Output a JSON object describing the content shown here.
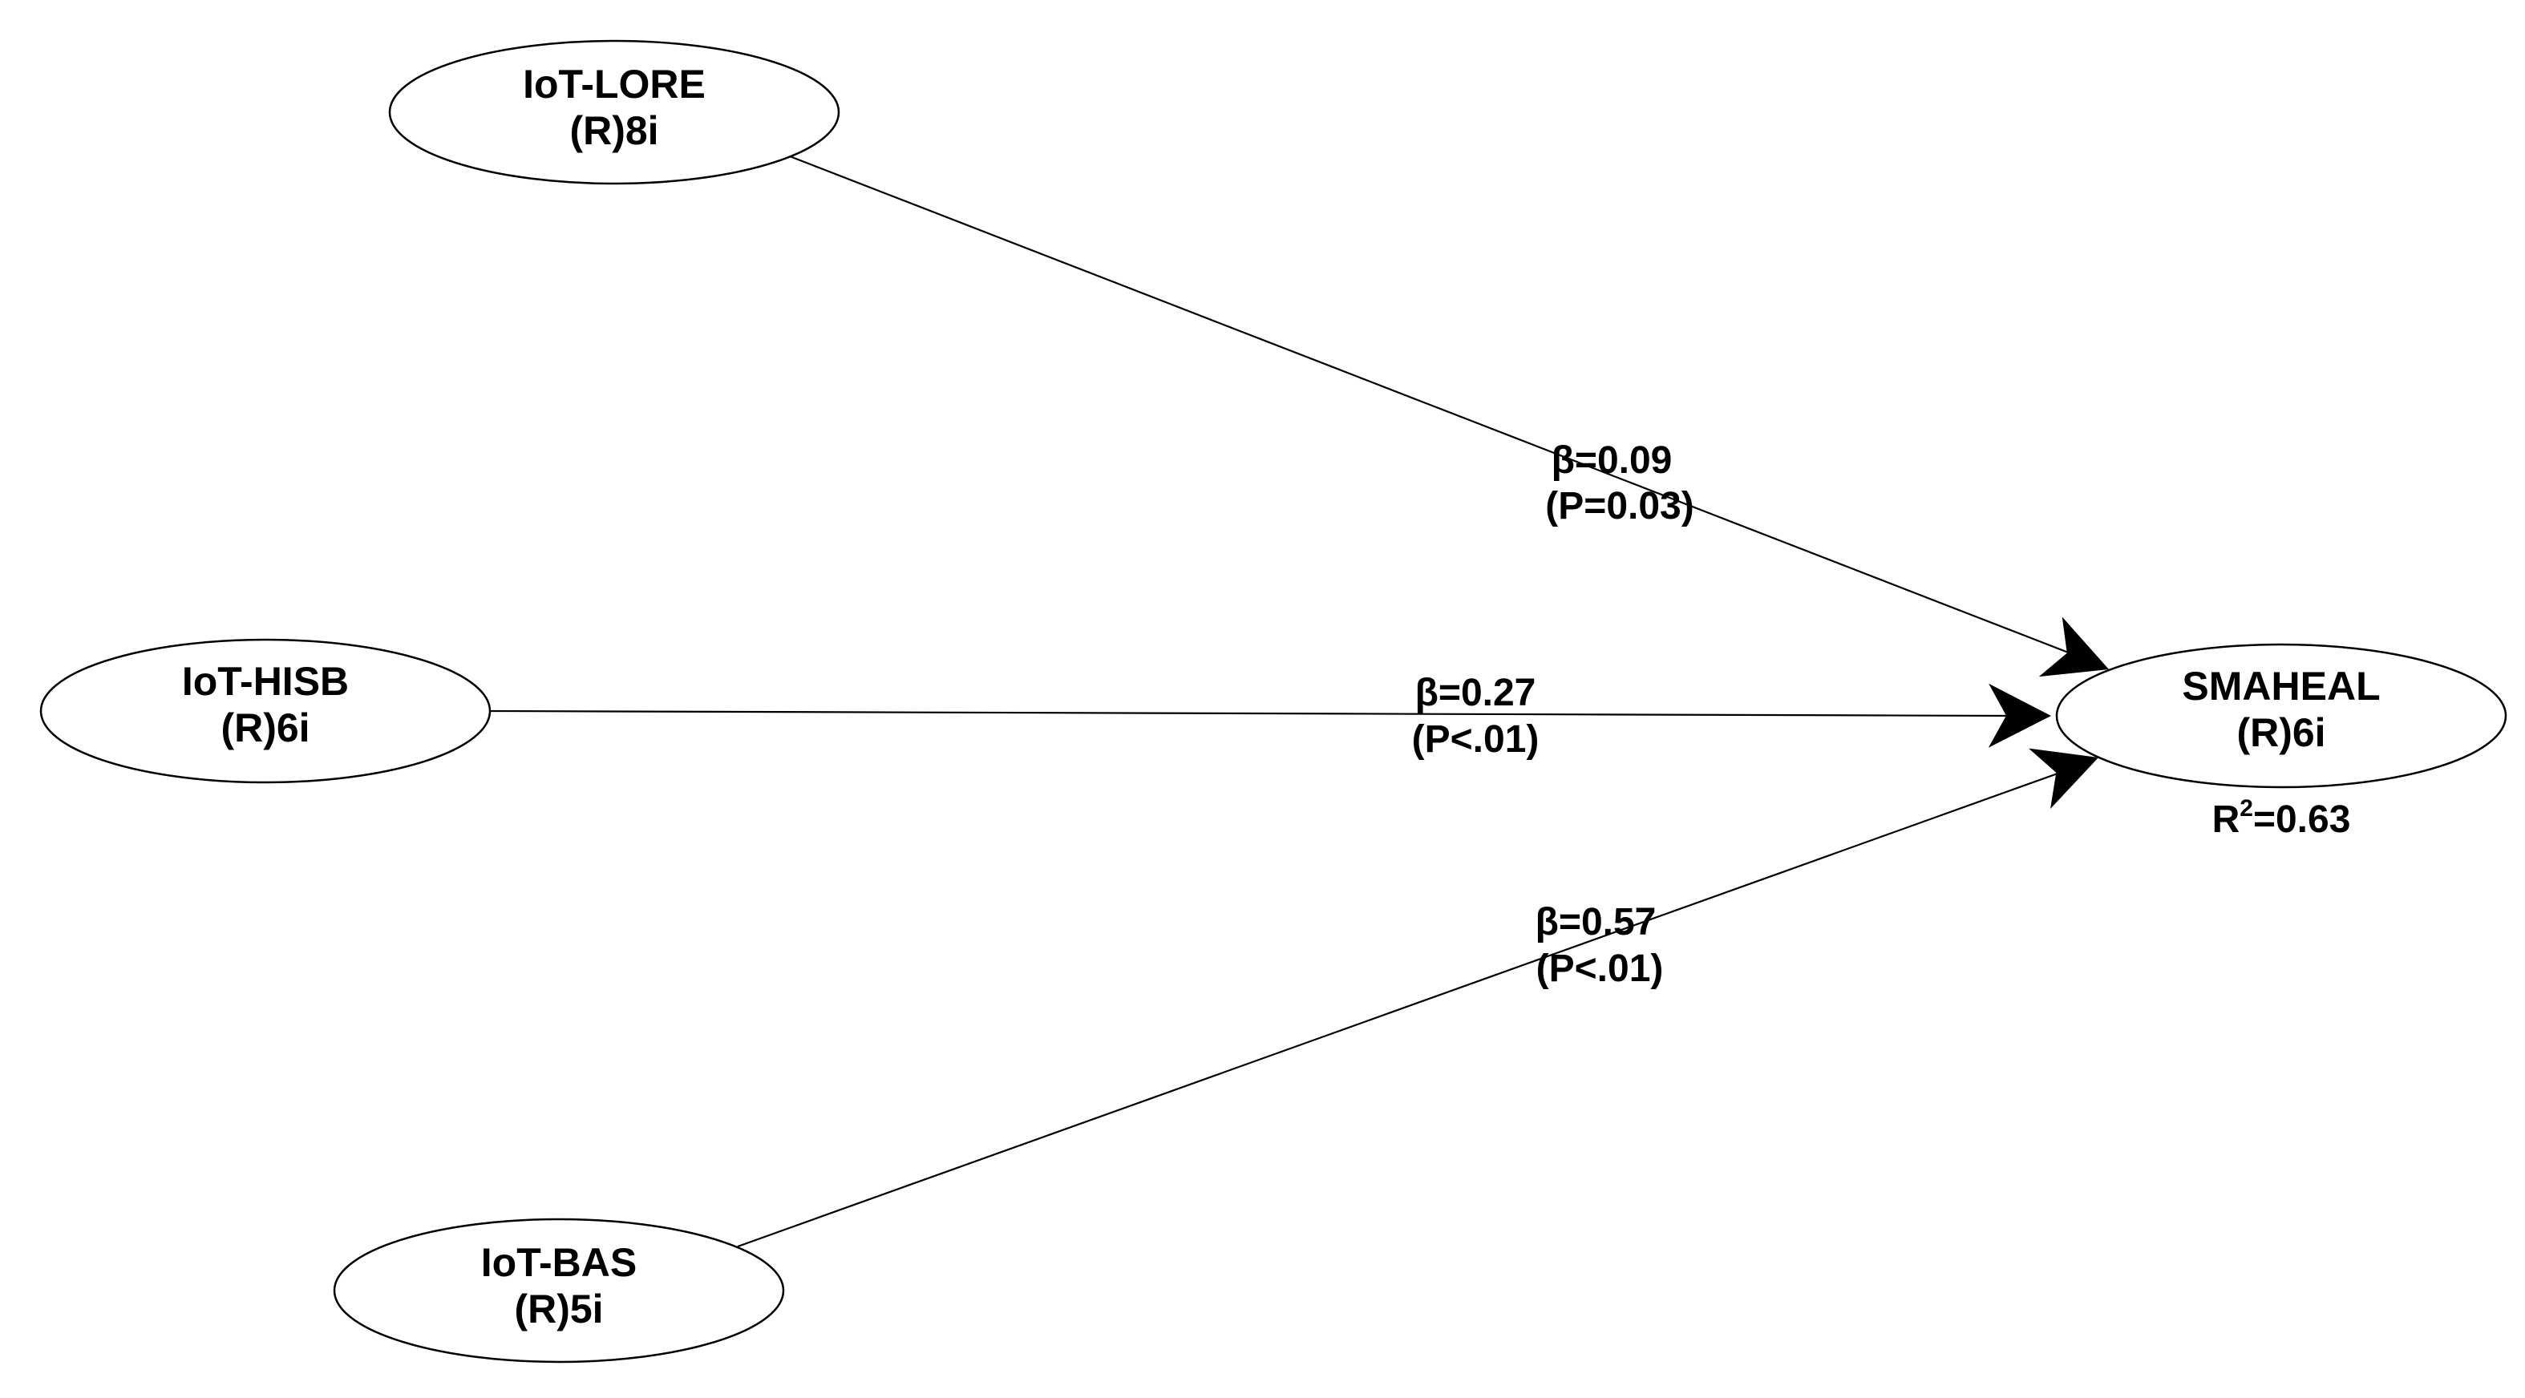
{
  "nodes": {
    "lore": {
      "name": "IoT-LORE",
      "items": "(R)8i"
    },
    "hisb": {
      "name": "IoT-HISB",
      "items": "(R)6i"
    },
    "bas": {
      "name": "IoT-BAS",
      "items": "(R)5i"
    },
    "smaheal": {
      "name": "SMAHEAL",
      "items": "(R)6i"
    }
  },
  "paths": {
    "lore_to_smaheal": {
      "beta": "β=0.09",
      "p": "(P=0.03)"
    },
    "hisb_to_smaheal": {
      "beta": "β=0.27",
      "p": "(P<.01)"
    },
    "bas_to_smaheal": {
      "beta": "β=0.57",
      "p": "(P<.01)"
    }
  },
  "r_squared": {
    "prefix": "R",
    "superscript": "2",
    "value": "=0.63"
  }
}
